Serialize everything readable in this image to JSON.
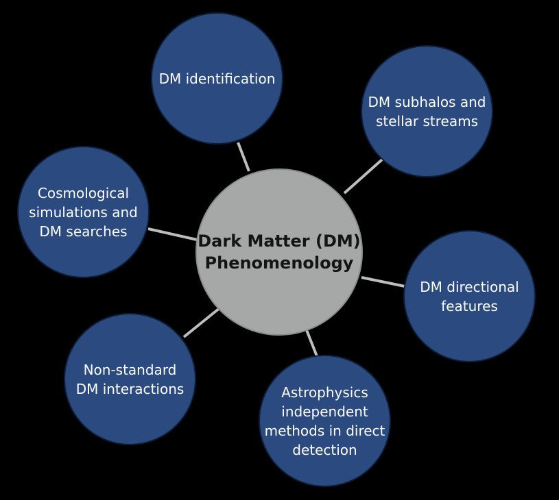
{
  "diagram": {
    "center": {
      "label": "Dark Matter (DM)\nPhenomenology"
    },
    "nodes": [
      {
        "key": "id",
        "label": "DM identification"
      },
      {
        "key": "sub",
        "label": "DM subhalos and\nstellar streams"
      },
      {
        "key": "cosmo",
        "label": "Cosmological\nsimulations and\nDM searches"
      },
      {
        "key": "dir",
        "label": "DM directional\nfeatures"
      },
      {
        "key": "nonstd",
        "label": "Non-standard\nDM interactions"
      },
      {
        "key": "astro",
        "label": "Astrophysics\nindependent\nmethods in direct\ndetection"
      }
    ],
    "colors": {
      "background": "#000000",
      "satellite_fill": "#2b4b80",
      "center_fill": "#a6a7a7",
      "connector": "#bdbdbd",
      "satellite_text": "#ffffff",
      "center_text": "#141414"
    }
  }
}
